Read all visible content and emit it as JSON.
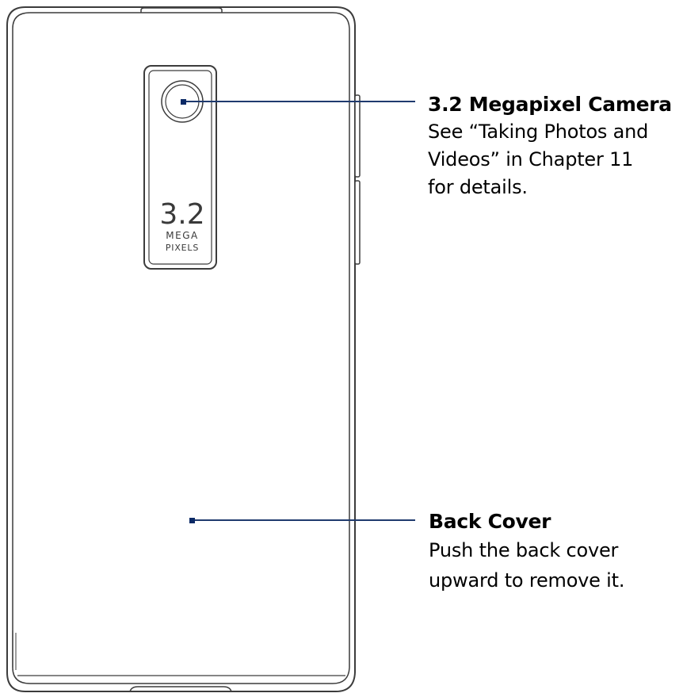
{
  "badge": {
    "number": "3.2",
    "line1": "MEGA",
    "line2": "PIXELS"
  },
  "callouts": {
    "camera": {
      "title": "3.2 Megapixel Camera",
      "lines": [
        "See “Taking Photos and",
        "Videos” in Chapter 11",
        "for details."
      ]
    },
    "back_cover": {
      "title": "Back Cover",
      "lines": [
        "Push the back cover",
        "upward to remove it."
      ]
    }
  },
  "colors": {
    "outline": "#3c3c3c",
    "leader": "#1f3a6e",
    "dot": "#0b2a66"
  }
}
